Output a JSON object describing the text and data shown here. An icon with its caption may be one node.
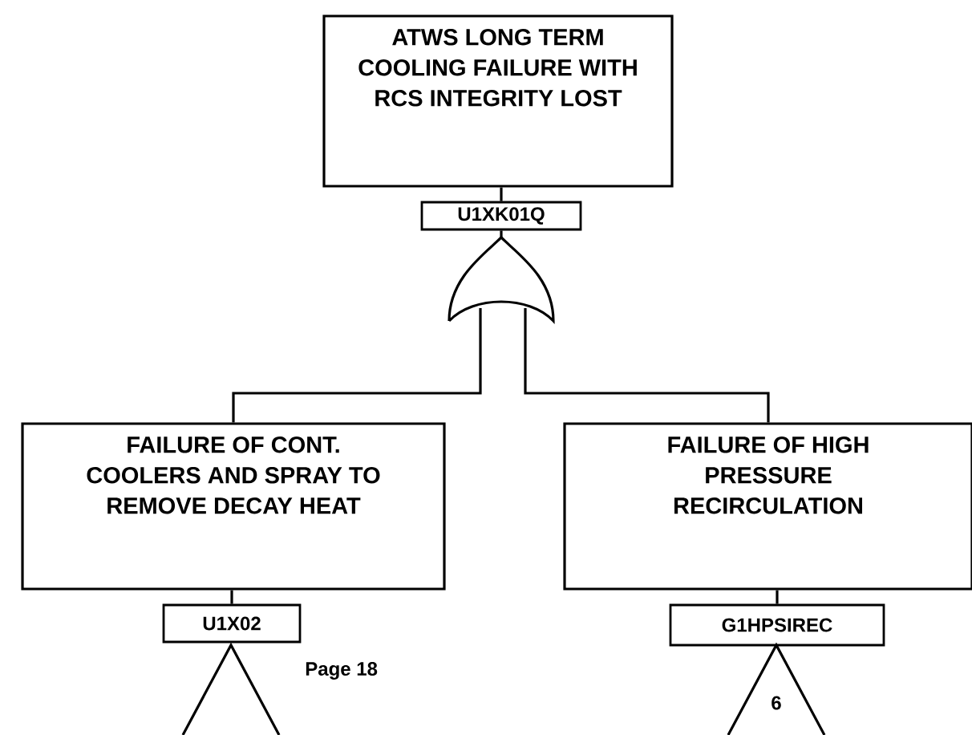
{
  "diagram": {
    "nodes": [
      {
        "text": [
          "ATWS LONG TERM COOLING FAILURE WITH RCS INTEGRITY LOST"
        ]
      },
      {
        "text": [
          "U1XK01Q"
        ]
      },
      {
        "text": [],
        "shape": "gate"
      },
      {
        "text": [
          "FAILURE OF CONT. COOLERS AND SPRAY TO REMOVE DECAY HEAT"
        ]
      },
      {
        "text": [
          "U1X02"
        ]
      },
      {
        "text": [],
        "shape": "triangle"
      },
      {
        "text": [
          "FAILURE OF HIGH PRESSURE RECIRCULATION"
        ]
      },
      {
        "text": [
          "G1HPSIREC"
        ]
      },
      {
        "text": [
          "6"
        ]
      }
    ],
    "edges": [
      {
        "from": 0,
        "to": 1,
        "arrow": "none"
      },
      {
        "from": 1,
        "to": 2,
        "arrow": "none"
      },
      {
        "from": 2,
        "to": 3,
        "arrow": "none"
      },
      {
        "from": 2,
        "to": 6,
        "arrow": "none"
      },
      {
        "from": 3,
        "to": 4,
        "arrow": "none"
      },
      {
        "from": 6,
        "to": 7,
        "arrow": "none"
      }
    ],
    "labels": [
      "Page 18"
    ]
  }
}
